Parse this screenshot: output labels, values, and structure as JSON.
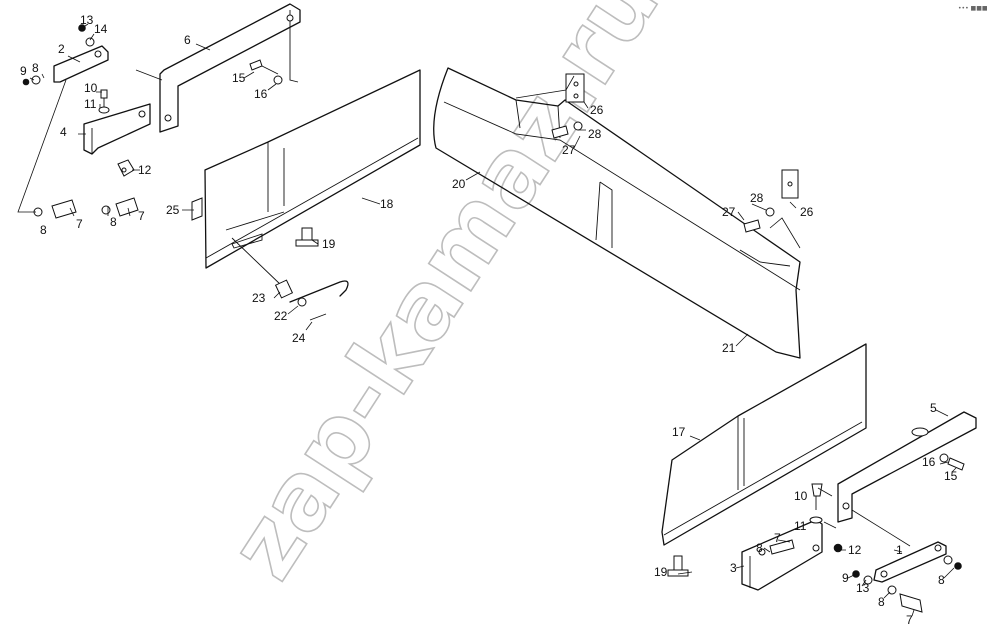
{
  "watermark": "zap-kamaz.ru",
  "corner_mark": "••• ■■■",
  "callouts": [
    {
      "id": "c13a",
      "text": "13"
    },
    {
      "id": "c14a",
      "text": "14"
    },
    {
      "id": "c2",
      "text": "2"
    },
    {
      "id": "c6",
      "text": "6"
    },
    {
      "id": "c9a",
      "text": "9"
    },
    {
      "id": "c8a",
      "text": "8"
    },
    {
      "id": "c10a",
      "text": "10"
    },
    {
      "id": "c11a",
      "text": "11"
    },
    {
      "id": "c4",
      "text": "4"
    },
    {
      "id": "c12a",
      "text": "12"
    },
    {
      "id": "c15a",
      "text": "15"
    },
    {
      "id": "c16a",
      "text": "16"
    },
    {
      "id": "c8b",
      "text": "8"
    },
    {
      "id": "c7a",
      "text": "7"
    },
    {
      "id": "c8c",
      "text": "8"
    },
    {
      "id": "c7b",
      "text": "7"
    },
    {
      "id": "c25",
      "text": "25"
    },
    {
      "id": "c18",
      "text": "18"
    },
    {
      "id": "c19a",
      "text": "19"
    },
    {
      "id": "c23",
      "text": "23"
    },
    {
      "id": "c22",
      "text": "22"
    },
    {
      "id": "c24",
      "text": "24"
    },
    {
      "id": "c20",
      "text": "20"
    },
    {
      "id": "c26a",
      "text": "26"
    },
    {
      "id": "c28a",
      "text": "28"
    },
    {
      "id": "c27a",
      "text": "27"
    },
    {
      "id": "c28b",
      "text": "28"
    },
    {
      "id": "c27b",
      "text": "27"
    },
    {
      "id": "c26b",
      "text": "26"
    },
    {
      "id": "c21",
      "text": "21"
    },
    {
      "id": "c17",
      "text": "17"
    },
    {
      "id": "c5",
      "text": "5"
    },
    {
      "id": "c16b",
      "text": "16"
    },
    {
      "id": "c15b",
      "text": "15"
    },
    {
      "id": "c10b",
      "text": "10"
    },
    {
      "id": "c11b",
      "text": "11"
    },
    {
      "id": "c7c",
      "text": "7"
    },
    {
      "id": "c8d",
      "text": "8"
    },
    {
      "id": "c12b",
      "text": "12"
    },
    {
      "id": "c1",
      "text": "1"
    },
    {
      "id": "c19b",
      "text": "19"
    },
    {
      "id": "c3",
      "text": "3"
    },
    {
      "id": "c9b",
      "text": "9"
    },
    {
      "id": "c8e",
      "text": "8"
    },
    {
      "id": "c13b",
      "text": "13"
    },
    {
      "id": "c8f",
      "text": "8"
    },
    {
      "id": "c7d",
      "text": "7"
    }
  ]
}
